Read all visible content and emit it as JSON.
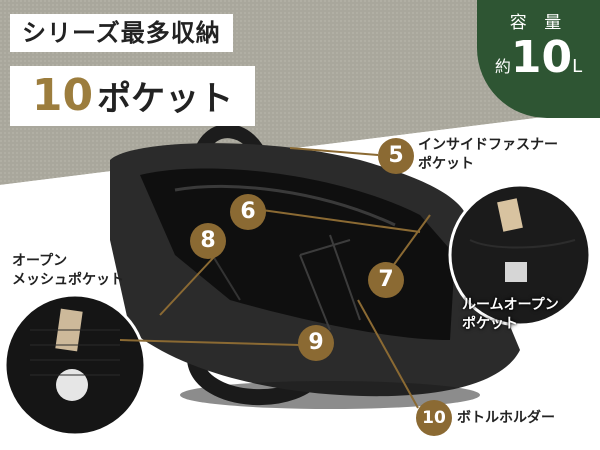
{
  "header": {
    "series_label": "シリーズ最多収納",
    "pocket_count": "10",
    "pocket_unit": "ポケット"
  },
  "capacity": {
    "title": "容 量",
    "prefix": "約",
    "value": "10",
    "unit": "L"
  },
  "callouts": {
    "c5": {
      "num": "5",
      "line1": "インサイドファスナー",
      "line2": "ポケット"
    },
    "c6": {
      "num": "6"
    },
    "c7": {
      "num": "7",
      "line1": "ルームオープン",
      "line2": "ポケット"
    },
    "c8": {
      "num": "8",
      "line1": "オープン",
      "line2": "メッシュポケット"
    },
    "c9": {
      "num": "9"
    },
    "c10": {
      "num": "10",
      "label": "ボトルホルダー"
    }
  },
  "colors": {
    "accent_gold": "#8b6a33",
    "capacity_green": "#2e5533",
    "background_texture": "#aaa89d"
  }
}
